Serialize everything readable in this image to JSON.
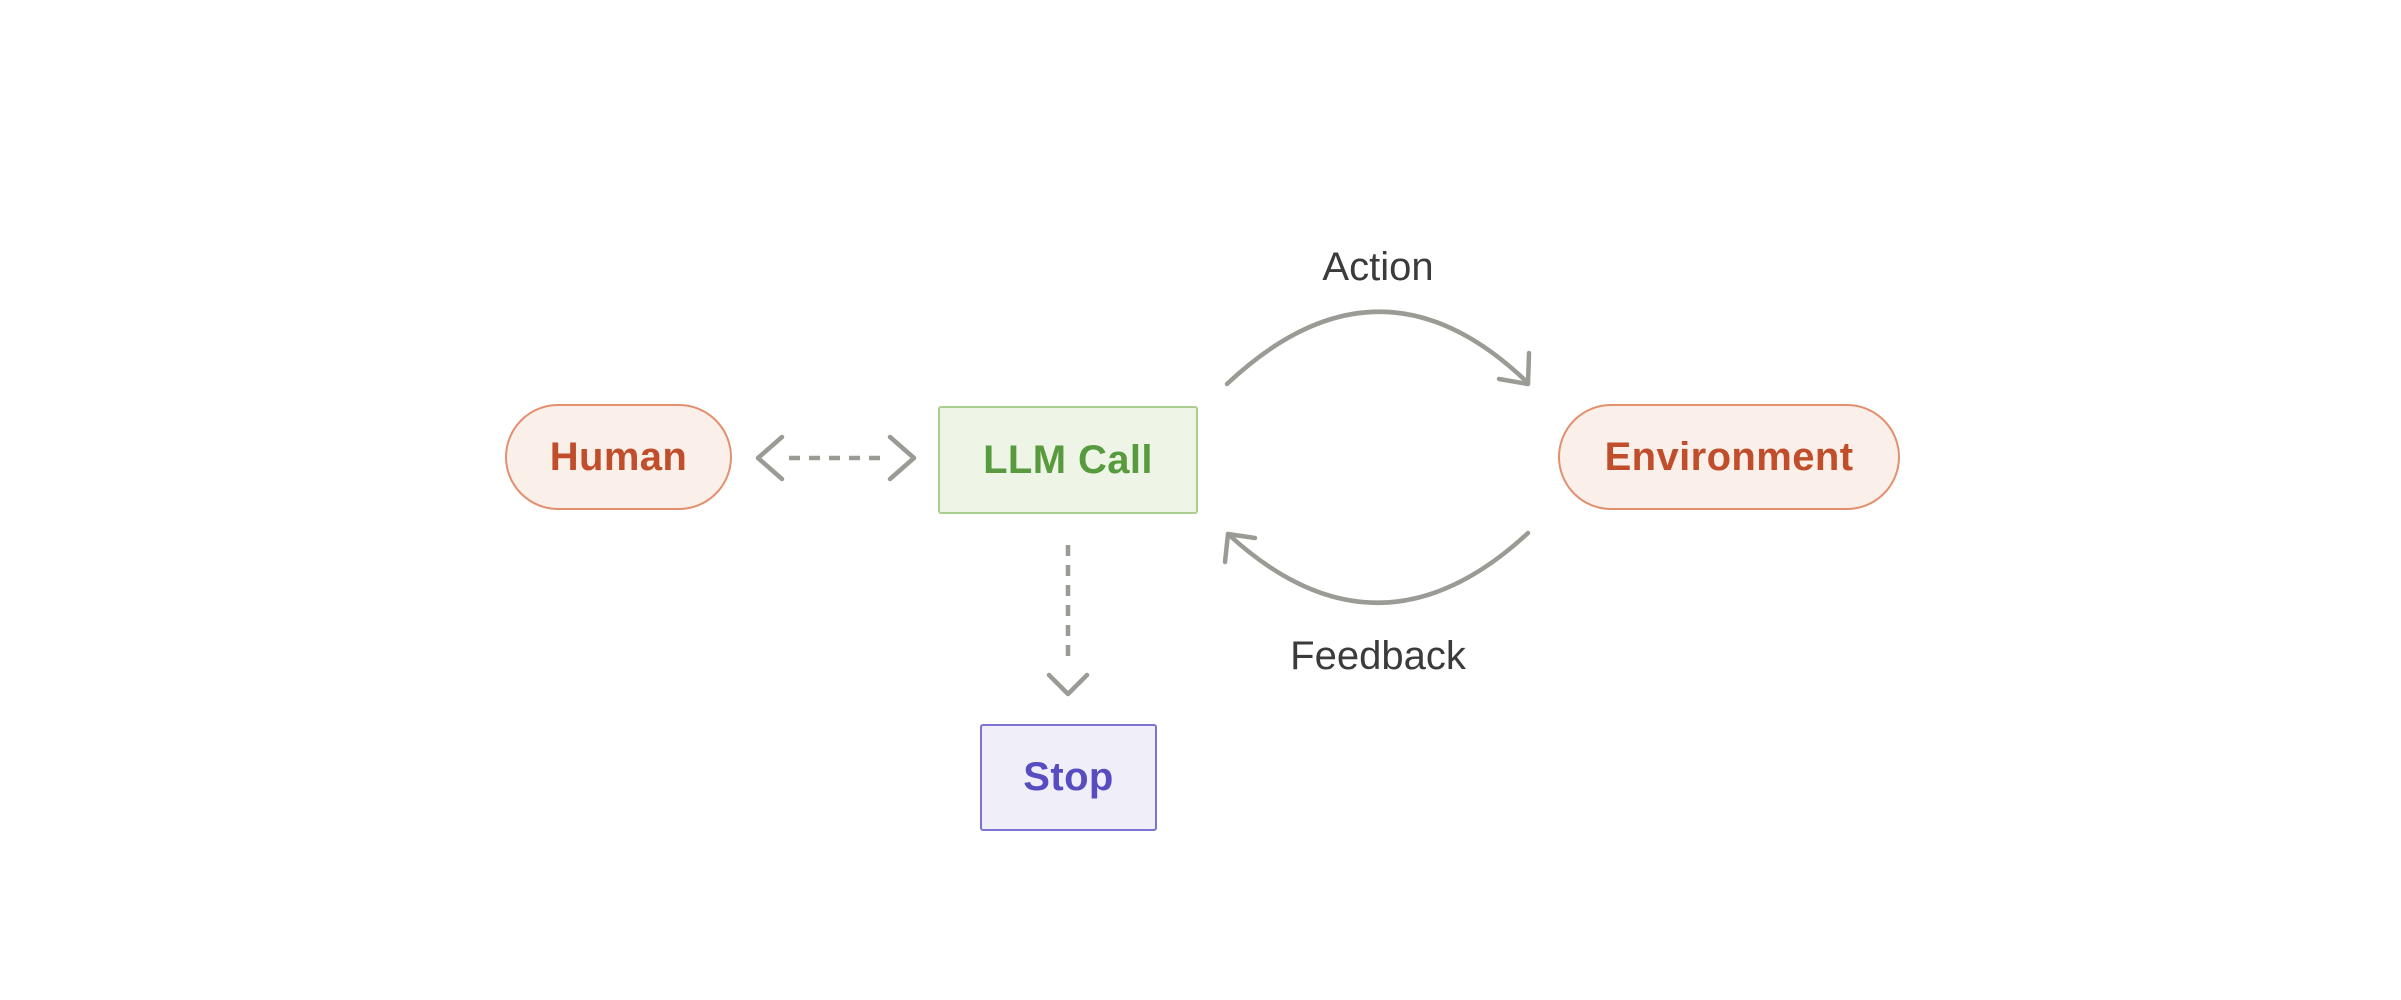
{
  "diagram": {
    "title": "agent-loop-diagram",
    "nodes": {
      "human": {
        "label": "Human",
        "shape": "pill",
        "text_color": "#C14E2B",
        "fill": "#FBEFE9",
        "border_color": "#E2906F"
      },
      "llm_call": {
        "label": "LLM Call",
        "shape": "rect",
        "text_color": "#579B3E",
        "fill": "#EEF5E7",
        "border_color": "#A9CE90"
      },
      "environment": {
        "label": "Environment",
        "shape": "pill",
        "text_color": "#C14E2B",
        "fill": "#FBEFE9",
        "border_color": "#E2906F"
      },
      "stop": {
        "label": "Stop",
        "shape": "rect",
        "text_color": "#574DC1",
        "fill": "#F0EFF9",
        "border_color": "#7B73D1"
      }
    },
    "edges": {
      "action": {
        "label": "Action",
        "from": "llm_call",
        "to": "environment",
        "style": "solid-curved-arrow"
      },
      "feedback": {
        "label": "Feedback",
        "from": "environment",
        "to": "llm_call",
        "style": "solid-curved-arrow"
      },
      "human_llm": {
        "from": "human",
        "to": "llm_call",
        "style": "dashed-double-headed-arrow"
      },
      "llm_stop": {
        "from": "llm_call",
        "to": "stop",
        "style": "dashed-arrow"
      }
    },
    "colors": {
      "background": "#FFFFFF",
      "arrow_gray": "#9B9B95",
      "edge_label_text": "#3B3B3B"
    }
  }
}
